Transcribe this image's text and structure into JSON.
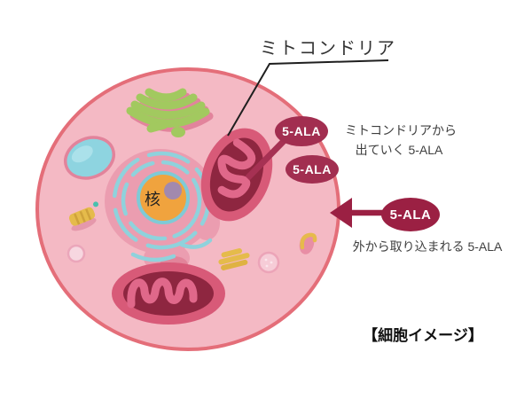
{
  "title_label": "ミトコンドリア",
  "cell": {
    "nucleus_label": "核",
    "caption": "【細胞イメージ】"
  },
  "badges": {
    "out1": "5-ALA",
    "out2": "5-ALA",
    "incoming": "5-ALA"
  },
  "annotations": {
    "outgoing_line1": "ミトコンドリアから",
    "outgoing_line2": "出ていく 5-ALA",
    "incoming": "外から取り込まれる 5-ALA"
  },
  "colors": {
    "cell_fill": "#f4b9c4",
    "cell_membrane": "#e46e79",
    "badge_fill": "#a22e50",
    "badge_in_fill": "#9b2043",
    "badge_text": "#ffffff",
    "arrow_out": "#a63153",
    "arrow_in": "#9b2043",
    "annotation_text": "#3f3f3f",
    "label_text": "#333333",
    "caption_text": "#111111",
    "mito_outer": "#d85a78",
    "mito_inner": "#8e2640",
    "mito_cristae": "#e0688a",
    "golgi_green": "#a2c95f",
    "golgi_shadow": "#e2849c",
    "nucleus_fill": "#f0a33e",
    "nucleus_ring": "#7fcad6",
    "nucleolus_fill": "#a289ae",
    "er_blob": "#eb9db0",
    "er_line": "#8fd2dc",
    "lysosome_fill": "#8ed4e0",
    "organelle_yellow": "#e5bb4b"
  }
}
